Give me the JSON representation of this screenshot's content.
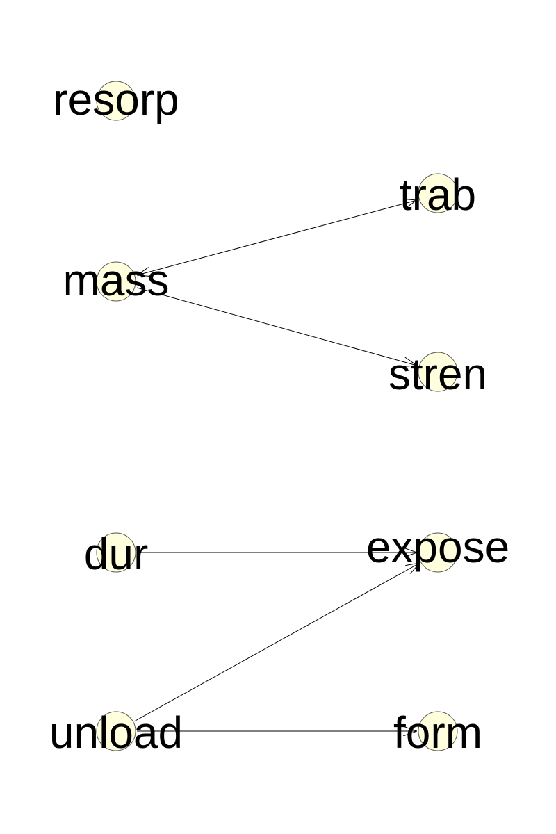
{
  "node_fill": "#ffffdd",
  "edge_color": "#000000",
  "nodes": [
    {
      "id": "resorp",
      "label": "resorp"
    },
    {
      "id": "trab",
      "label": "trab"
    },
    {
      "id": "mass",
      "label": "mass"
    },
    {
      "id": "stren",
      "label": "stren"
    },
    {
      "id": "dur",
      "label": "dur"
    },
    {
      "id": "expose",
      "label": "expose"
    },
    {
      "id": "unload",
      "label": "unload"
    },
    {
      "id": "form",
      "label": "form"
    }
  ],
  "edges": [
    {
      "from": "mass",
      "to": "trab",
      "directed": "both"
    },
    {
      "from": "mass",
      "to": "stren",
      "directed": "forward"
    },
    {
      "from": "dur",
      "to": "expose",
      "directed": "forward"
    },
    {
      "from": "unload",
      "to": "expose",
      "directed": "forward"
    },
    {
      "from": "unload",
      "to": "form",
      "directed": "forward"
    }
  ]
}
